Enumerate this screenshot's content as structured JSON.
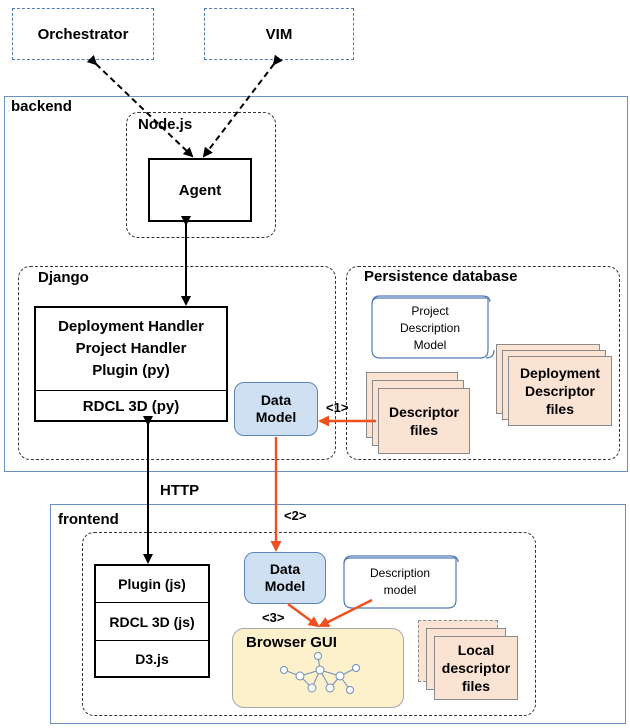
{
  "external": {
    "orchestrator": "Orchestrator",
    "vim": "VIM"
  },
  "backend": {
    "label": "backend",
    "nodejs": {
      "label": "Node.js",
      "agent": "Agent"
    },
    "django": {
      "label": "Django",
      "handlers": [
        "Deployment Handler",
        "Project Handler",
        "Plugin (py)"
      ],
      "rdcl": "RDCL 3D (py)"
    },
    "persistence": {
      "label": "Persistence database",
      "project_model": [
        "Project",
        "Description",
        "Model"
      ],
      "deployment_files": [
        "Deployment",
        "Descriptor",
        "files"
      ],
      "descriptor_files": [
        "Descriptor",
        "files"
      ]
    },
    "data_model": [
      "Data",
      "Model"
    ]
  },
  "links": {
    "http": "HTTP",
    "step1": "<1>",
    "step2": "<2>",
    "step3": "<3>"
  },
  "frontend": {
    "label": "frontend",
    "stack": [
      "Plugin (js)",
      "RDCL 3D (js)",
      "D3.js"
    ],
    "data_model": [
      "Data",
      "Model"
    ],
    "description_model": [
      "Description",
      "model"
    ],
    "browser_gui": "Browser GUI",
    "local_files": [
      "Local",
      "descriptor",
      "files"
    ]
  },
  "colors": {
    "frame_blue": "#6a8fc0",
    "data_model_fill": "#cfe0f3",
    "file_fill": "#fbe3d4",
    "gui_fill": "#fdf1cc",
    "arrow_red": "#f0501e"
  }
}
